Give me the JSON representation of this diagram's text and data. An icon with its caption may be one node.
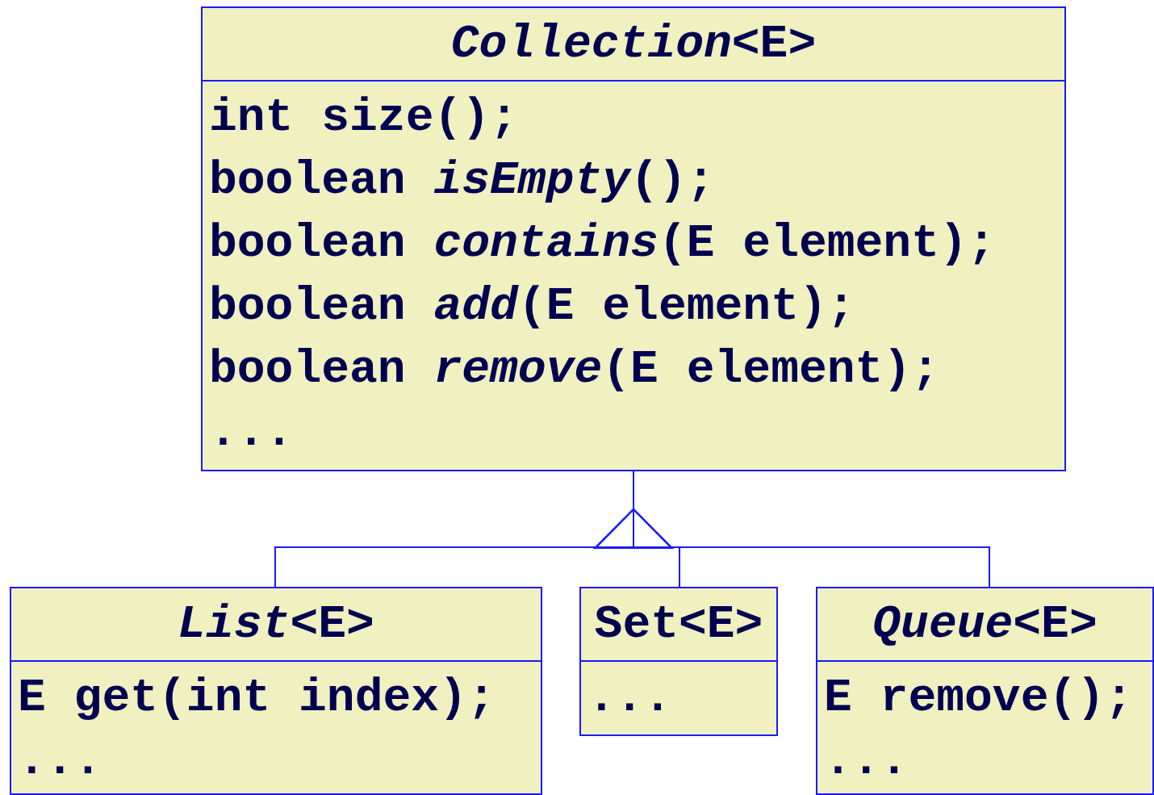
{
  "diagram": {
    "nodes": [
      {
        "text": [
          "*Collection*<E>",
          "int size();",
          "boolean *isEmpty*();",
          "boolean *contains*(E element);",
          "boolean *add*(E element);",
          "boolean *remove*(E element);",
          "..."
        ]
      },
      {
        "text": [
          "*List*<E>",
          "E get(int index);",
          "..."
        ]
      },
      {
        "text": [
          "Set<E>",
          "..."
        ]
      },
      {
        "text": [
          "*Queue*<E>",
          "E remove();",
          "..."
        ]
      }
    ],
    "edges": [
      {
        "from": 1,
        "to": 0,
        "arrow": "to"
      },
      {
        "from": 2,
        "to": 0,
        "arrow": "to"
      },
      {
        "from": 3,
        "to": 0,
        "arrow": "to"
      }
    ]
  }
}
